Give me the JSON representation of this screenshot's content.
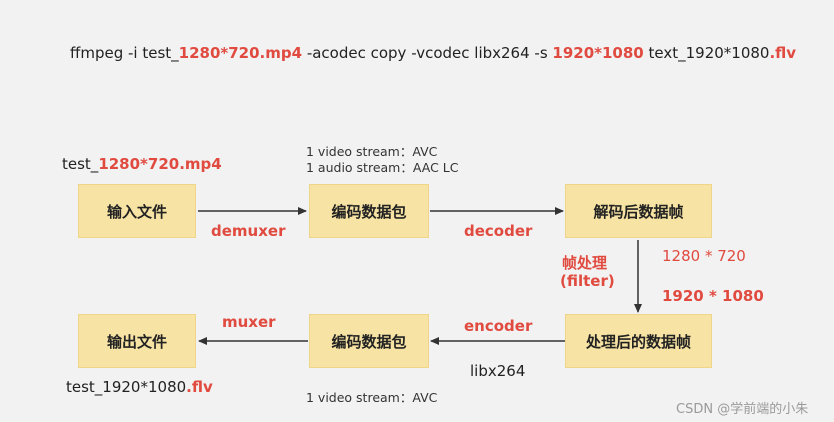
{
  "command": {
    "p1": "ffmpeg -i test_",
    "p2": "1280*720.mp4",
    "p3": " -acodec copy -vcodec libx264 -s ",
    "p4": "1920*1080",
    "p5": " text_1920*1080",
    "p6": ".flv"
  },
  "top": {
    "input_file_prefix": "test_",
    "input_file_bold": "1280*720.mp4",
    "stream_info_1": "1 video stream：AVC",
    "stream_info_2": "1 audio stream：AAC LC"
  },
  "boxes": {
    "input": "输入文件",
    "packets_top": "编码数据包",
    "decoded": "解码后数据帧",
    "processed": "处理后的数据帧",
    "packets_bottom": "编码数据包",
    "output": "输出文件"
  },
  "edges": {
    "demuxer": "demuxer",
    "decoder": "decoder",
    "filter_1": "帧处理",
    "filter_2": "(filter)",
    "encoder": "encoder",
    "muxer": "muxer"
  },
  "resolutions": {
    "from": "1280 * 720",
    "to": "1920 * 1080"
  },
  "bottom": {
    "codec": "libx264",
    "output_file_prefix": "test_1920*1080",
    "output_file_bold": ".flv",
    "stream_info": "1 video stream：AVC"
  },
  "watermark": "CSDN @学前端的小朱"
}
